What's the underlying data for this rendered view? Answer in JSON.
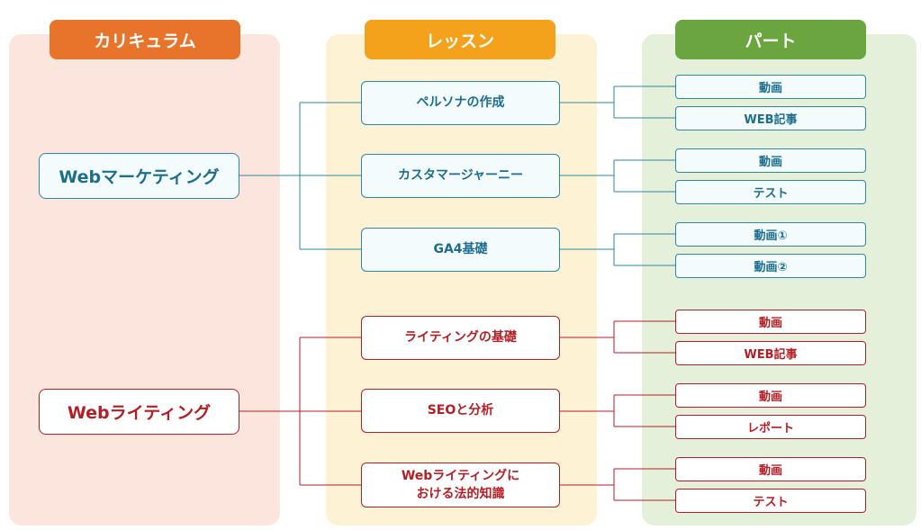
{
  "headers": {
    "curriculum": "カリキュラム",
    "lesson": "レッスン",
    "part": "パート"
  },
  "colors": {
    "curriculum_header": "#e8742c",
    "lesson_header": "#f4a11c",
    "part_header": "#6aa540",
    "curriculum_bg": "#fbe5dc",
    "lesson_bg": "#fdf2d3",
    "part_bg": "#e4f0d9",
    "blue": "#2f86a6",
    "red": "#b51e24"
  },
  "curriculums": [
    {
      "label": "Webマーケティング",
      "lessons": [
        {
          "label": "ペルソナの作成",
          "parts": [
            "動画",
            "WEB記事"
          ]
        },
        {
          "label": "カスタマージャーニー",
          "parts": [
            "動画",
            "テスト"
          ]
        },
        {
          "label": "GA4基礎",
          "parts": [
            "動画①",
            "動画②"
          ]
        }
      ]
    },
    {
      "label": "Webライティング",
      "lessons": [
        {
          "label": "ライティングの基礎",
          "parts": [
            "動画",
            "WEB記事"
          ]
        },
        {
          "label": "SEOと分析",
          "parts": [
            "動画",
            "レポート"
          ]
        },
        {
          "label": "Webライティングに\nおける法的知識",
          "parts": [
            "動画",
            "テスト"
          ]
        }
      ]
    }
  ]
}
